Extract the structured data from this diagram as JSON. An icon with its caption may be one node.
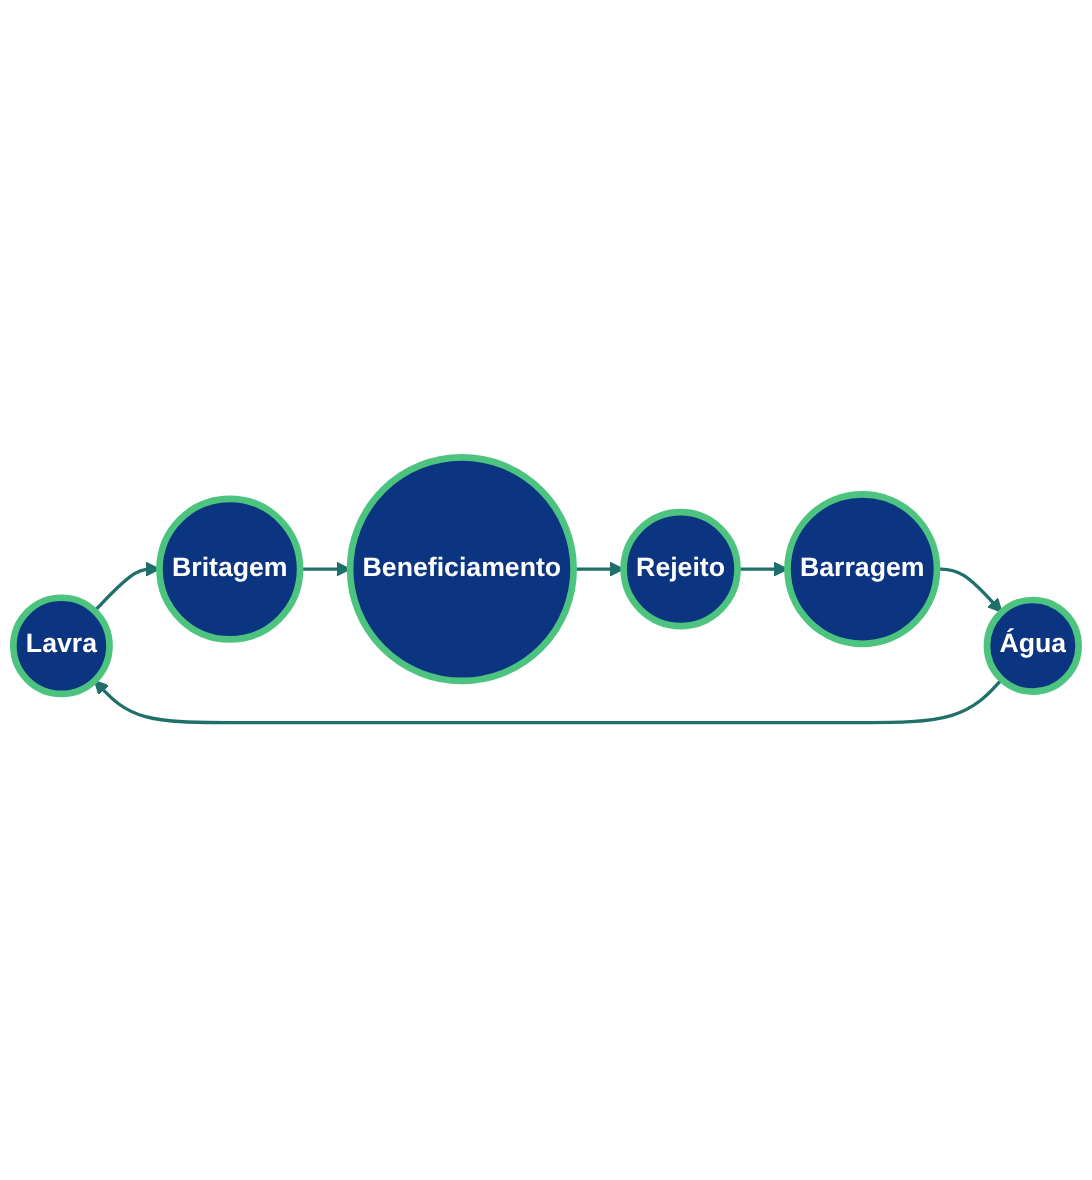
{
  "diagram": {
    "nodes": [
      {
        "text": [
          "Lavra"
        ]
      },
      {
        "text": [
          "Britagem"
        ]
      },
      {
        "text": [
          "Beneficiamento"
        ]
      },
      {
        "text": [
          "Rejeito"
        ]
      },
      {
        "text": [
          "Barragem"
        ]
      },
      {
        "text": [
          "Água"
        ]
      }
    ],
    "edges": [
      {
        "from": 0,
        "to": 1,
        "arrow": "to"
      },
      {
        "from": 1,
        "to": 2,
        "arrow": "to"
      },
      {
        "from": 2,
        "to": 3,
        "arrow": "to"
      },
      {
        "from": 3,
        "to": 4,
        "arrow": "to"
      },
      {
        "from": 4,
        "to": 5,
        "arrow": "to"
      },
      {
        "from": 5,
        "to": 0,
        "arrow": "to"
      }
    ]
  }
}
